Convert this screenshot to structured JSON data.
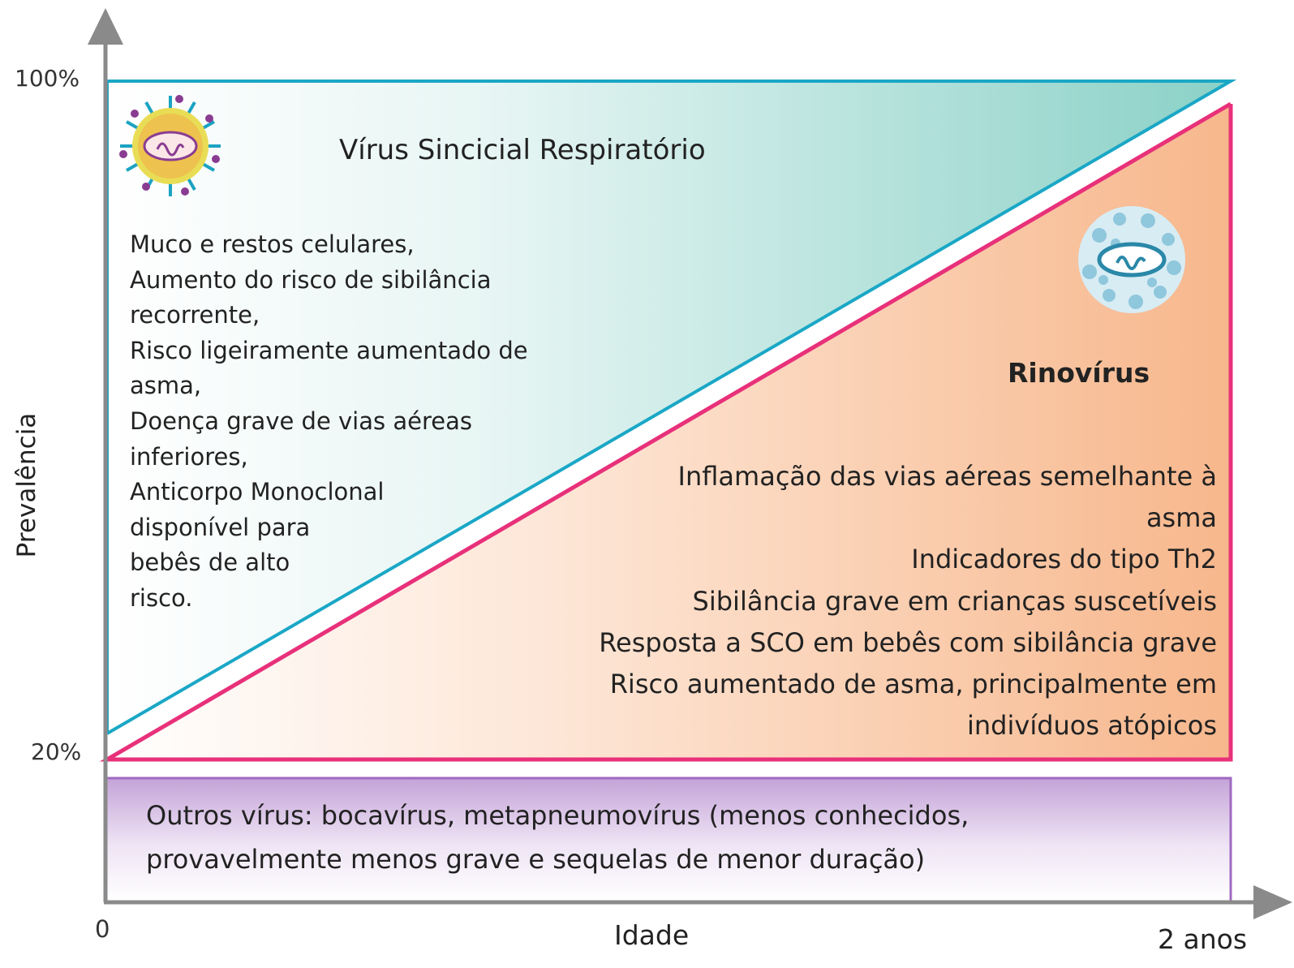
{
  "y_axis": {
    "title": "Prevalência",
    "tick_top": "100%",
    "tick_bottom": "20%"
  },
  "x_axis": {
    "title": "Idade",
    "tick_start": "0",
    "tick_end": "2 anos"
  },
  "rsv": {
    "title": "Vírus Sincicial Respiratório",
    "icon": "rsv-virus-icon",
    "lines": [
      "Muco e restos celulares,",
      "Aumento do risco de sibilância",
      "recorrente,",
      "Risco ligeiramente aumentado de",
      "asma,",
      "Doença grave de vias aéreas",
      "inferiores,",
      "Anticorpo Monoclonal",
      "disponível para",
      "bebês de alto",
      "risco."
    ],
    "color": "#1aa7c6"
  },
  "rhinovirus": {
    "title": "Rinovírus",
    "icon": "rhinovirus-icon",
    "lines": [
      "Inflamação das vias aéreas semelhante à",
      "asma",
      "Indicadores do tipo Th2",
      "Sibilância grave em crianças suscetíveis",
      "Resposta a SCO em bebês com sibilância grave",
      "Risco aumentado de asma, principalmente em",
      "indivíduos atópicos"
    ],
    "color": "#e8317a"
  },
  "others": {
    "lines": [
      "Outros vírus: bocavírus, metapneumovírus (menos conhecidos,",
      "provavelmente menos grave e sequelas de menor duração)"
    ],
    "color": "#a069c1"
  }
}
